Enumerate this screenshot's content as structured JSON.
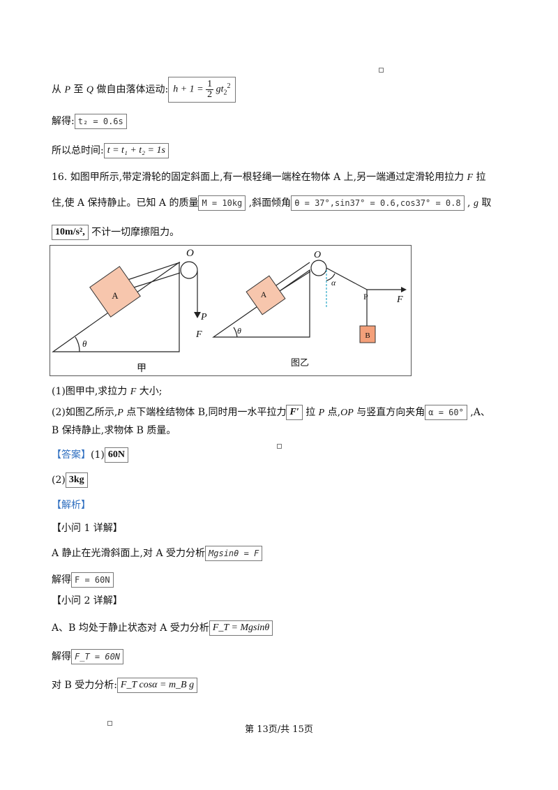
{
  "line1": {
    "pre": "从 ",
    "P": "P",
    "mid": "至 ",
    "Q": "Q",
    "post": "做自由落体运动:",
    "eq_lhs": "h + 1 =",
    "frac_num": "1",
    "frac_den": "2",
    "eq_rhs": "gt",
    "sub": "2",
    "sup": "2"
  },
  "line2": {
    "label": "解得:",
    "eq": "t₂ = 0.6s"
  },
  "line3": {
    "label": "所以总时间:",
    "eq": "t = t₁ + t₂ = 1s"
  },
  "q16": {
    "l1_a": "16. 如图甲所示,带定滑轮的固定斜面上,有一根轻绳一端栓在物体 A 上,另一端通过定滑轮用拉力 ",
    "l1_F": "F",
    "l1_b": " 拉",
    "l2_a": "住,使 A 保持静止。已知 A 的质量",
    "l2_eq1": "M = 10kg",
    "l2_b": " ,斜面倾角",
    "l2_eq2": "θ = 37°,sin37° = 0.6,cos37° = 0.8",
    "l2_c": " ,",
    "l2_g": "g",
    "l2_d": " 取",
    "l3_eq": "10m/s²,",
    "l3_a": " 不计一切摩擦阻力。"
  },
  "figure": {
    "left": {
      "pulley": "O",
      "block": "A",
      "rope_end": "P",
      "force": "F",
      "angle": "θ",
      "caption": "甲"
    },
    "right": {
      "pulley": "O",
      "block": "A",
      "alpha": "α",
      "point": "P",
      "force": "F",
      "hang": "B",
      "angle": "θ",
      "caption": "图乙"
    }
  },
  "sub1": {
    "a": "(1)图甲中,求拉力 ",
    "F": "F",
    "b": " 大小;"
  },
  "sub2": {
    "a": "(2)如图乙所示,",
    "P1": "P",
    "b": " 点下端栓结物体 B,同时用一水平拉力",
    "eq1": "F′",
    "c": " 拉 ",
    "P2": "P",
    "d": " 点,",
    "OP": "OP",
    "e": " 与竖直方向夹角",
    "eq2": "α = 60°",
    "f": " ,A、",
    "g": "B 保持静止,求物体 B 质量。"
  },
  "answer": {
    "tag": "【答案】",
    "p1": "(1)",
    "v1": "60N",
    "p2": "(2)",
    "v2": "3kg"
  },
  "analysis": {
    "tag": "【解析】"
  },
  "part1": {
    "head": "【小问 1 详解】",
    "l1": "A 静止在光滑斜面上,对 A 受力分析",
    "eq1": "Mgsinθ = F",
    "l2": "解得",
    "eq2": "F = 60N"
  },
  "part2": {
    "head": "【小问 2 详解】",
    "l1": "A、B 均处于静止状态对 A 受力分析",
    "eq1": "F_T = Mgsinθ",
    "l2": "解得",
    "eq2": "F_T = 60N",
    "l3": "对 B 受力分析:",
    "eq3": "F_T cosα = m_B g"
  },
  "footer": "第 13页/共 15页",
  "colors": {
    "block": "#f7c6ad",
    "blockB": "#f4a07a",
    "answer": "#2f6fc0",
    "dashed": "#2aa8c8"
  }
}
